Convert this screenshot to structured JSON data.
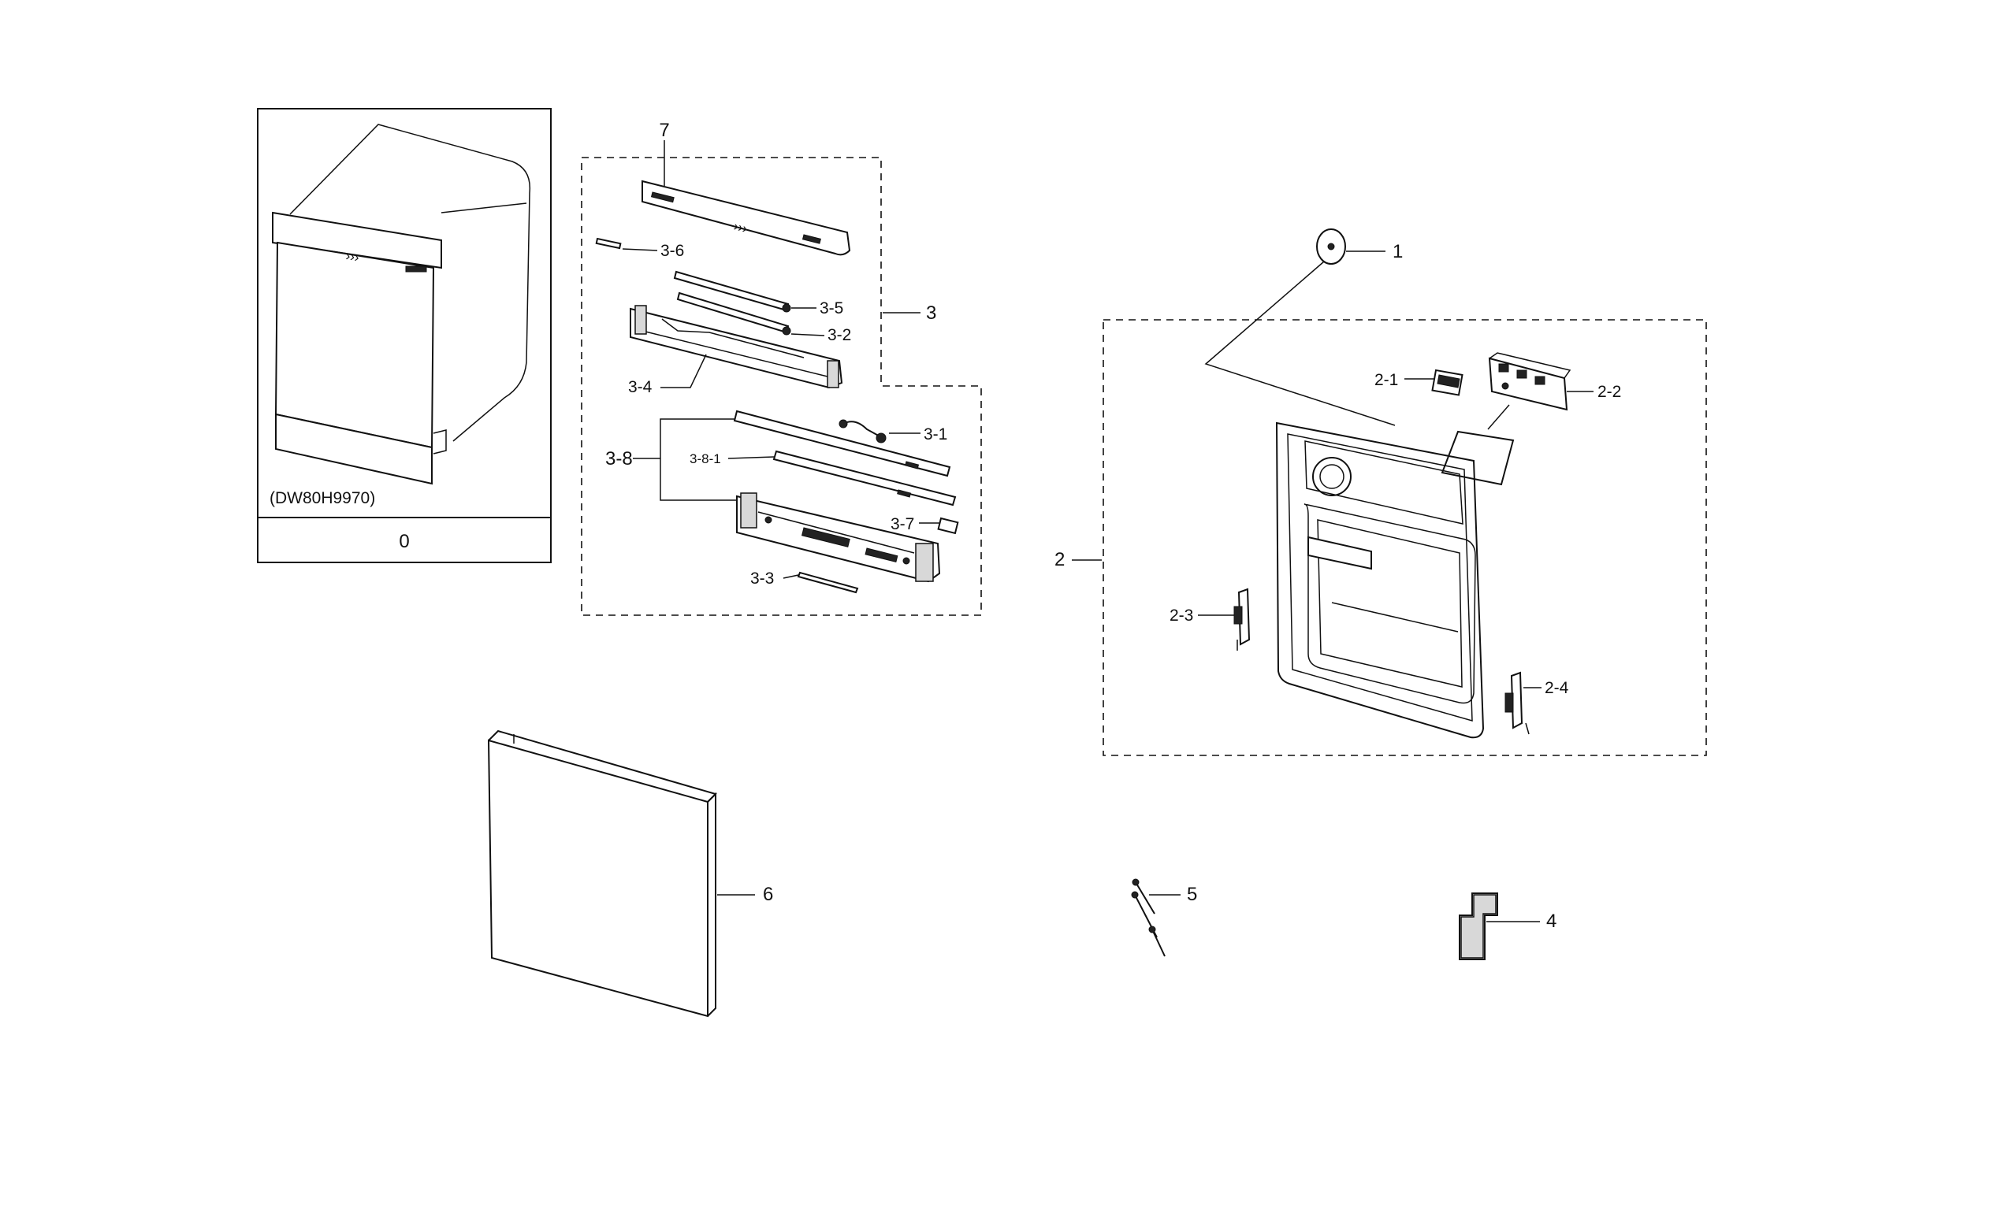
{
  "model_caption": "(DW80H9970)",
  "assembly_box_label": "0",
  "callouts": {
    "c1": "1",
    "c2": "2",
    "c2_1": "2-1",
    "c2_2": "2-2",
    "c2_3": "2-3",
    "c2_4": "2-4",
    "c3": "3",
    "c3_1": "3-1",
    "c3_2": "3-2",
    "c3_3": "3-3",
    "c3_4": "3-4",
    "c3_5": "3-5",
    "c3_6": "3-6",
    "c3_7": "3-7",
    "c3_8": "3-8",
    "c3_8_1": "3-8-1",
    "c4": "4",
    "c5": "5",
    "c6": "6",
    "c7": "7"
  }
}
